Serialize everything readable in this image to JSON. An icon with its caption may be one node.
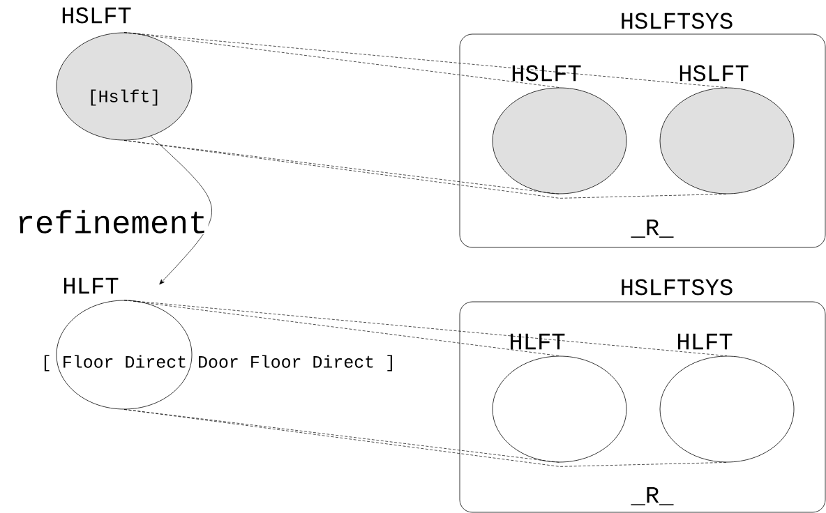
{
  "diagram": {
    "nodes": [
      {
        "text": [
          "HSLFT",
          "[Hslft]"
        ]
      },
      {
        "text": [
          "HSLFTSYS",
          "_R_"
        ]
      },
      {
        "text": [
          "HSLFT"
        ],
        "in": 1
      },
      {
        "text": [
          "HSLFT"
        ],
        "in": 1
      },
      {
        "text": [
          "HLFT",
          "[ Floor Direct Door Floor Direct ]"
        ]
      },
      {
        "text": [
          "HSLFTSYS",
          "_R_"
        ]
      },
      {
        "text": [
          "HLFT"
        ],
        "in": 5
      },
      {
        "text": [
          "HLFT"
        ],
        "in": 5
      }
    ],
    "edges": [
      {
        "from": 0,
        "to": 2,
        "arrow": "none",
        "style": "dashed"
      },
      {
        "from": 0,
        "to": 3,
        "arrow": "none",
        "style": "dashed"
      },
      {
        "from": 0,
        "to": 2,
        "arrow": "none",
        "style": "dashed"
      },
      {
        "from": 0,
        "to": 3,
        "arrow": "none",
        "style": "dashed"
      },
      {
        "from": 0,
        "to": 4,
        "arrow": "to",
        "label": "refinement"
      },
      {
        "from": 4,
        "to": 6,
        "arrow": "none",
        "style": "dashed"
      },
      {
        "from": 4,
        "to": 7,
        "arrow": "none",
        "style": "dashed"
      },
      {
        "from": 4,
        "to": 6,
        "arrow": "none",
        "style": "dashed"
      },
      {
        "from": 4,
        "to": 7,
        "arrow": "none",
        "style": "dashed"
      }
    ]
  }
}
